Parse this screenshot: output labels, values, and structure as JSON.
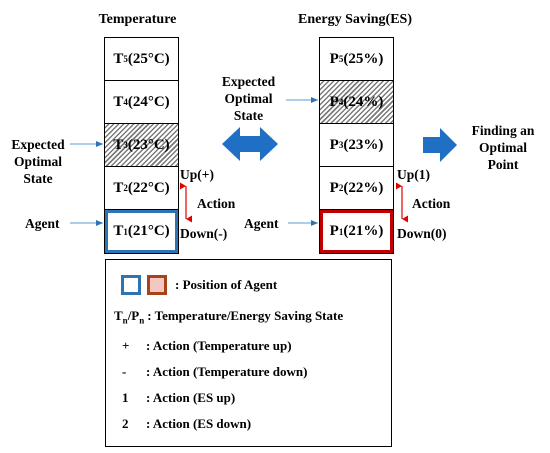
{
  "titles": {
    "temperature": "Temperature",
    "energy_saving": "Energy Saving(ES)"
  },
  "temperature_column": {
    "cells": [
      {
        "label": "T",
        "sub": "5",
        "rest": "(25°C)"
      },
      {
        "label": "T",
        "sub": "4",
        "rest": "(24°C)"
      },
      {
        "label": "T",
        "sub": "3",
        "rest": "(23°C)"
      },
      {
        "label": "T",
        "sub": "2",
        "rest": "(22°C)"
      },
      {
        "label": "T",
        "sub": "1",
        "rest": "(21°C)"
      }
    ]
  },
  "es_column": {
    "cells": [
      {
        "label": "P",
        "sub": "5",
        "rest": "(25%)"
      },
      {
        "label": "P",
        "sub": "4",
        "rest": "(24%)"
      },
      {
        "label": "P",
        "sub": "3",
        "rest": "(23%)"
      },
      {
        "label": "P",
        "sub": "2",
        "rest": "(22%)"
      },
      {
        "label": "P",
        "sub": "1",
        "rest": "(21%)"
      }
    ]
  },
  "labels": {
    "expected_left_1": "Expected",
    "expected_left_2": "Optimal",
    "expected_left_3": "State",
    "expected_mid_1": "Expected",
    "expected_mid_2": "Optimal",
    "expected_mid_3": "State",
    "agent_left": "Agent",
    "agent_right": "Agent",
    "up_left": "Up(+)",
    "down_left": "Down(-)",
    "action_left": "Action",
    "up_right": "Up(1)",
    "down_right": "Down(0)",
    "action_right": "Action",
    "finding_1": "Finding an",
    "finding_2": "Optimal",
    "finding_3": "Point"
  },
  "legend": {
    "position": ": Position of Agent",
    "state_prefix_t": "T",
    "state_sub_n1": "n",
    "state_slash": "/P",
    "state_sub_n2": "n",
    "state_text": ": Temperature/Energy Saving State",
    "rows": [
      {
        "key": "+",
        "text": ": Action (Temperature up)"
      },
      {
        "key": "-",
        "text": ": Action (Temperature down)"
      },
      {
        "key": "1",
        "text": ": Action (ES up)"
      },
      {
        "key": "2",
        "text": ": Action (ES down)"
      }
    ]
  },
  "colors": {
    "agent_blue": "#2e74b5",
    "agent_red": "#c00000",
    "arrow_blue": "#1f6fc5",
    "action_red": "#e00000",
    "pink_fill": "#f4c7c3"
  }
}
